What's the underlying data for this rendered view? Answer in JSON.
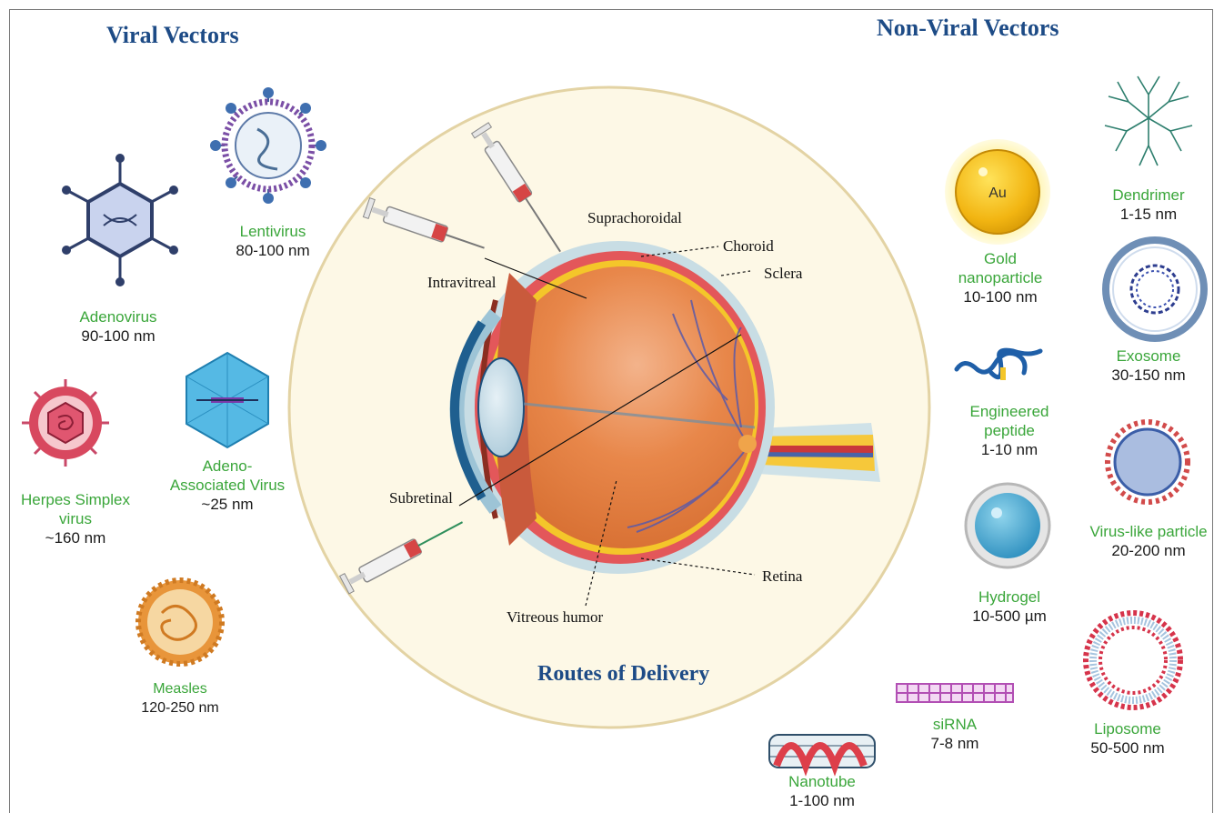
{
  "headings": {
    "viral": "Viral Vectors",
    "non_viral": "Non-Viral Vectors",
    "routes": "Routes of Delivery"
  },
  "viral_vectors": {
    "lentivirus": {
      "name": "Lentivirus",
      "size": "80-100 nm"
    },
    "adenovirus": {
      "name": "Adenovirus",
      "size": "90-100 nm"
    },
    "aav": {
      "name": "Adeno-\nAssociated Virus",
      "size": "~25 nm"
    },
    "hsv": {
      "name": "Herpes Simplex\nvirus",
      "size": "~160 nm"
    },
    "measles": {
      "name": "Measles",
      "size": "120-250 nm"
    }
  },
  "non_viral_vectors": {
    "gold": {
      "name": "Gold\nnanoparticle",
      "size": "10-100 nm",
      "symbol": "Au"
    },
    "dendrimer": {
      "name": "Dendrimer",
      "size": "1-15 nm"
    },
    "exosome": {
      "name": "Exosome",
      "size": "30-150 nm"
    },
    "peptide": {
      "name": "Engineered\npeptide",
      "size": "1-10 nm"
    },
    "vlp": {
      "name": "Virus-like particle",
      "size": "20-200 nm"
    },
    "hydrogel": {
      "name": "Hydrogel",
      "size": "10-500 µm"
    },
    "liposome": {
      "name": "Liposome",
      "size": "50-500 nm"
    },
    "sirna": {
      "name": "siRNA",
      "size": "7-8 nm"
    },
    "nanotube": {
      "name": "Nanotube",
      "size": "1-100 nm"
    }
  },
  "eye_labels": {
    "suprachoroidal": "Suprachoroidal",
    "choroid": "Choroid",
    "sclera": "Sclera",
    "intravitreal": "Intravitreal",
    "subretinal": "Subretinal",
    "retina": "Retina",
    "vitreous": "Vitreous humor"
  },
  "colors": {
    "heading": "#1d4b86",
    "vector_name": "#3aa63a",
    "eye_background": "#fdf8e6",
    "eye_border": "#e3d3a4",
    "vitreous": "#e07f3f",
    "sclera": "#c8dde4",
    "choroid": "#e3575a",
    "retina": "#f4c62a"
  }
}
